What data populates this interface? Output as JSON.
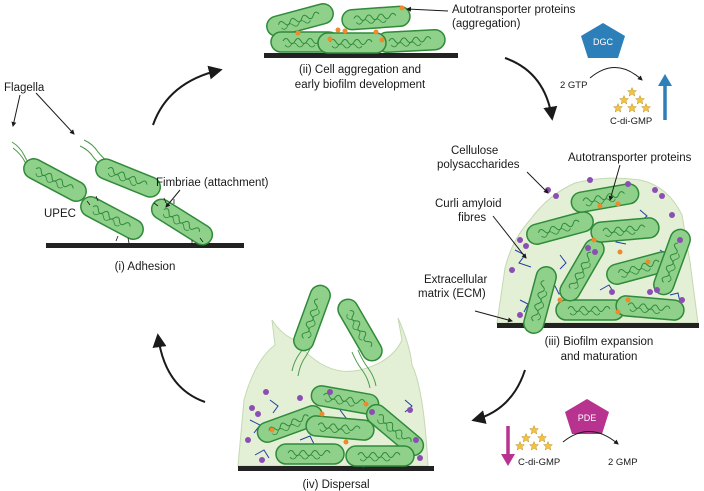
{
  "stages": {
    "adhesion": "(i) Adhesion",
    "aggregation_line1": "(ii) Cell aggregation and",
    "aggregation_line2": "early biofilm development",
    "expansion_line1": "(iii) Biofilm expansion",
    "expansion_line2": "and maturation",
    "dispersal": "(iv) Dispersal"
  },
  "labels": {
    "flagella": "Flagella",
    "upec": "UPEC",
    "fimbriae": "Fimbriae (attachment)",
    "autotransporter_agg_line1": "Autotransporter proteins",
    "autotransporter_agg_line2": "(aggregation)",
    "cellulose_line1": "Cellulose",
    "cellulose_line2": "polysaccharides",
    "autotransporter": "Autotransporter proteins",
    "curli_line1": "Curli amyloid",
    "curli_line2": "fibres",
    "ecm_line1": "Extracellular",
    "ecm_line2": "matrix (ECM)"
  },
  "signaling_up": {
    "enzyme": "DGC",
    "substrate": "2 GTP",
    "product": "C-di-GMP",
    "trend": "increase"
  },
  "signaling_down": {
    "enzyme": "PDE",
    "substrate": "C-di-GMP",
    "product": "2 GMP",
    "trend": "decrease"
  },
  "colors": {
    "cell_fill": "#8fd18a",
    "cell_stroke": "#2f8a3a",
    "matrix_fill": "#e4f0d6",
    "polysaccharide": "#8b4fb3",
    "curli": "#1f3f9e",
    "autotransporter": "#f0892b",
    "dgc": "#2c7fb8",
    "pde": "#b8338f",
    "surface": "#222222"
  }
}
